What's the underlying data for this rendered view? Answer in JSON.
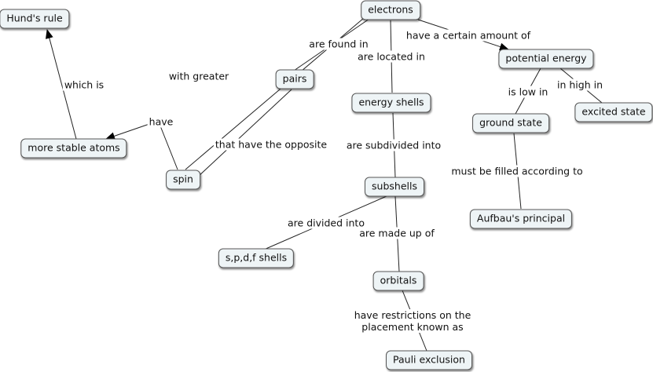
{
  "nodes": {
    "electrons": "electrons",
    "hunds_rule": "Hund's rule",
    "more_stable_atoms": "more stable atoms",
    "spin": "spin",
    "pairs": "pairs",
    "energy_shells": "energy shells",
    "potential_energy": "potential energy",
    "ground_state": "ground state",
    "excited_state": "excited state",
    "subshells": "subshells",
    "aufbau": "Aufbau's principal",
    "spdf_shells": "s,p,d,f shells",
    "orbitals": "orbitals",
    "pauli": "Pauli exclusion"
  },
  "links": {
    "are_found_in": "are found in",
    "are_located_in": "are located in",
    "have_certain_amount": "have a certain amount of",
    "with_greater": "with greater",
    "which_is": "which is",
    "have": "have",
    "that_have_opposite": "that have the opposite",
    "is_low_in": "is low in",
    "in_high_in": "in high in",
    "are_subdivided_into": "are subdivided into",
    "must_be_filled": "must be filled according to",
    "are_divided_into": "are divided into",
    "are_made_up_of": "are made up of",
    "restrictions_line1": "have restrictions on the",
    "restrictions_line2": "placement known as"
  }
}
